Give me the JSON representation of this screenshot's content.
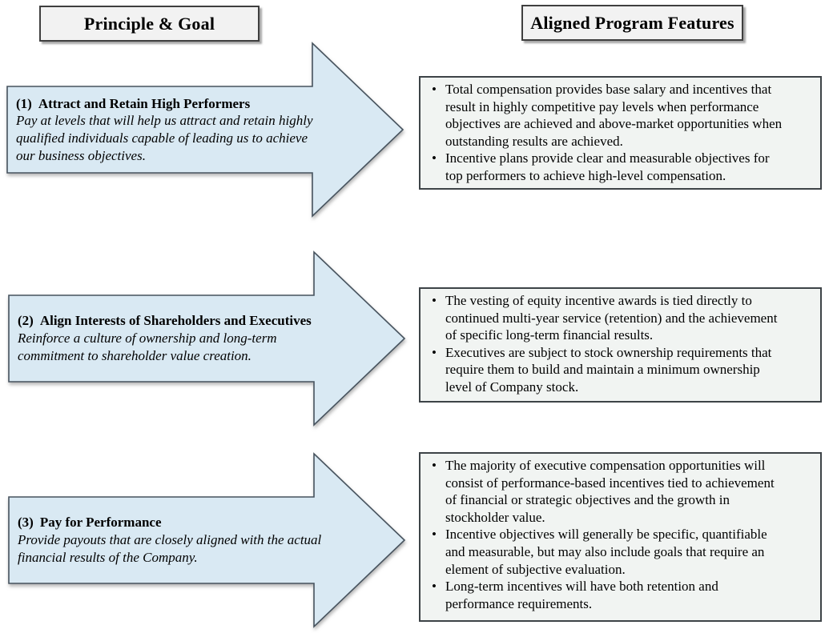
{
  "headers": {
    "left": "Principle & Goal",
    "right": "Aligned Program Features"
  },
  "colors": {
    "arrow_fill": "#d9e9f3",
    "arrow_border": "#47535e",
    "header_fill": "#f2f2f2",
    "header_border": "#3f3f3f",
    "feature_box_fill": "#f1f4f2",
    "feature_box_border": "#3d4347",
    "text": "#000000",
    "background": "#ffffff"
  },
  "rows": [
    {
      "number": "(1)",
      "title": "Attract and Retain High Performers",
      "goal": "Pay at levels that will help us attract and retain highly\nqualified individuals capable of leading us to achieve\nour business objectives.",
      "features": [
        "Total compensation provides base salary and incentives that\nresult in highly competitive pay levels when performance\nobjectives are achieved and above-market opportunities when\noutstanding results are achieved.",
        "Incentive plans provide clear and measurable objectives for\ntop performers to achieve high-level compensation."
      ]
    },
    {
      "number": "(2)",
      "title": "Align Interests of Shareholders and Executives",
      "goal": "Reinforce a culture of ownership and long-term\ncommitment to shareholder value creation.",
      "features": [
        "The vesting of equity incentive awards is tied directly to\ncontinued multi-year service (retention) and the achievement\nof specific long-term financial results.",
        "Executives are subject to stock ownership requirements that\nrequire them to build and maintain a minimum ownership\nlevel of Company stock."
      ]
    },
    {
      "number": "(3)",
      "title": "Pay for Performance",
      "goal": "Provide payouts that are closely aligned with the actual\nfinancial results of the Company.",
      "features": [
        "The majority of executive compensation opportunities will\nconsist of performance-based incentives tied to achievement\nof financial or strategic objectives and the growth in\nstockholder value.",
        "Incentive objectives will generally be specific, quantifiable\nand measurable, but may also include goals that require an\nelement of subjective evaluation.",
        "Long-term incentives will have both retention and\nperformance requirements."
      ]
    }
  ]
}
